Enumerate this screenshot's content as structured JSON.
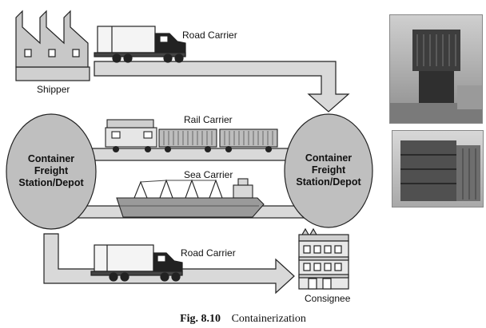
{
  "labels": {
    "shipper": "Shipper",
    "consignee": "Consignee",
    "road_carrier_top": "Road Carrier",
    "road_carrier_bottom": "Road Carrier",
    "rail_carrier": "Rail Carrier",
    "sea_carrier": "Sea Carrier"
  },
  "nodes": {
    "left_station": [
      "Container",
      "Freight",
      "Station/Depot"
    ],
    "right_station": [
      "Container",
      "Freight",
      "Station/Depot"
    ]
  },
  "caption": {
    "number": "Fig. 8.10",
    "title": "Containerization"
  },
  "colors": {
    "band": "#d9d9d9",
    "station": "#bfbfbf",
    "outline": "#222222",
    "photo": "#9a9a9a"
  },
  "icons": [
    "factory-icon",
    "truck-icon",
    "train-icon",
    "ship-icon",
    "building-icon",
    "container-photo",
    "container-stack-photo"
  ]
}
